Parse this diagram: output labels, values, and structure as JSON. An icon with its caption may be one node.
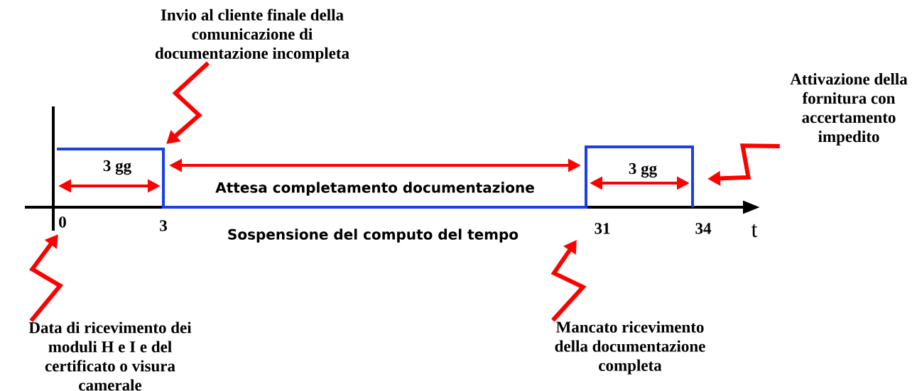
{
  "diagram": {
    "nodes": [
      {
        "text": [
          "Invio al cliente finale della comunicazione di documentazione incompleta"
        ]
      },
      {
        "text": [
          "Attivazione della fornitura con accertamento impedito"
        ]
      },
      {
        "text": [
          "Data di ricevimento dei moduli H e I e del certificato o visura camerale"
        ]
      },
      {
        "text": [
          "Mancato ricevimento della documentazione completa"
        ]
      }
    ],
    "edges": [
      {
        "from": 0,
        "to": null,
        "arrow": "to"
      },
      {
        "from": 1,
        "to": null,
        "arrow": "to"
      },
      {
        "from": 2,
        "to": null,
        "arrow": "to"
      },
      {
        "from": 3,
        "to": null,
        "arrow": "to"
      }
    ],
    "labels": [
      "3 gg",
      "Attesa completamento documentazione",
      "3 gg",
      "0",
      "3",
      "Sospensione del computo del tempo",
      "31",
      "34",
      "t"
    ]
  }
}
